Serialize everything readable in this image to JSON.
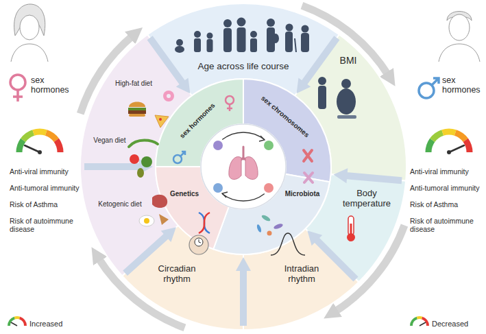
{
  "diagram": {
    "nodes": [
      {
        "text": [
          "Age across life course"
        ]
      },
      {
        "text": [
          "BMI"
        ]
      },
      {
        "text": [
          "Body temperature"
        ]
      },
      {
        "text": [
          "Intradian rhythm"
        ]
      },
      {
        "text": [
          "Circadian rhythm"
        ]
      },
      {
        "text": [
          "High-fat diet",
          "Vegan diet",
          "Ketogenic diet"
        ]
      },
      {
        "text": [
          "sex hormones"
        ]
      },
      {
        "text": [
          "sex chromosomes"
        ]
      },
      {
        "text": [
          "Microbiota"
        ]
      },
      {
        "text": [
          "Genetics"
        ]
      }
    ],
    "labels": [
      "sex hormones",
      "Anti-viral immunity",
      "Anti-tumoral immunity",
      "Risk of Asthma",
      "Risk of autoimmune disease",
      "Increased",
      "sex hormones",
      "Anti-viral immunity",
      "Anti-tumoral immunity",
      "Risk of Asthma",
      "Risk of autoimmune disease",
      "Decreased"
    ]
  }
}
